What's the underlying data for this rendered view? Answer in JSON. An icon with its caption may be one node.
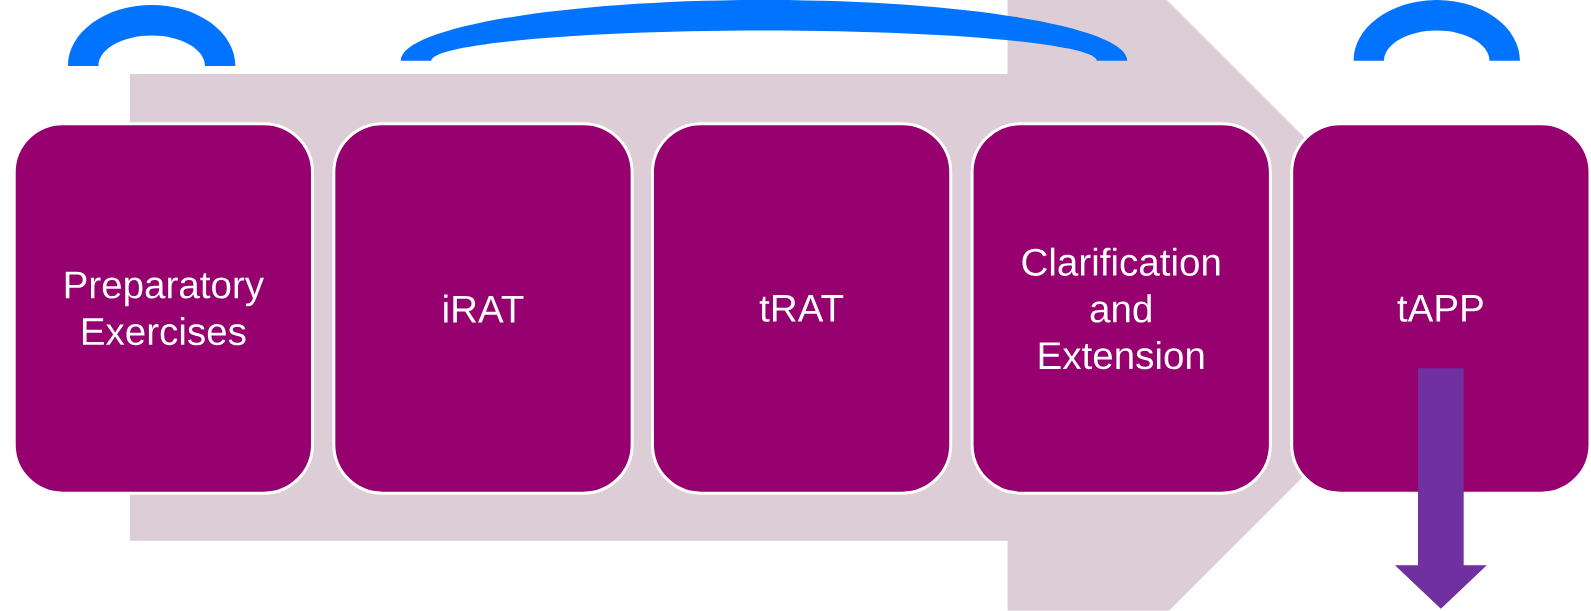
{
  "diagram": {
    "nodes": [
      {
        "text": [
          "Preparatory Exercises"
        ]
      },
      {
        "text": [
          "iRAT"
        ]
      },
      {
        "text": [
          "tRAT"
        ]
      },
      {
        "text": [
          "Clarification and Extension"
        ]
      },
      {
        "text": [
          "tAPP"
        ]
      },
      {
        "text": [],
        "shape": "arc"
      },
      {
        "text": [],
        "shape": "arc"
      },
      {
        "text": [],
        "shape": "arc"
      }
    ],
    "edges": [
      {
        "from": 4,
        "to": null,
        "arrow": "to"
      },
      {
        "from": 0,
        "to": 4,
        "arrow": "to",
        "style": "thick"
      }
    ]
  }
}
